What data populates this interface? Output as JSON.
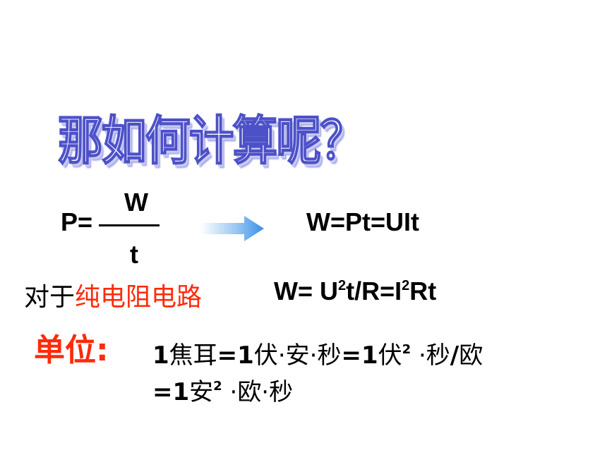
{
  "slide": {
    "title": "那如何计算呢？",
    "fraction": {
      "lhs": "P=",
      "numerator": "W",
      "denominator": "t"
    },
    "arrow_icon": "right-arrow-icon",
    "formula_w": "W=Pt=UIt",
    "pure_resistance": {
      "prefix": "对于",
      "highlight": "纯电阻电路",
      "formula": {
        "a": "W= U",
        "exp1": "2",
        "b": "t/R=I",
        "exp2": "2",
        "c": "Rt"
      }
    },
    "units": {
      "label": "单位:",
      "line1": {
        "a": "1",
        "b": "焦耳",
        "c": "=1",
        "d": "伏·安·秒",
        "e": "=1",
        "f": "伏",
        "g": "2",
        "h": " ·",
        "i": "秒",
        "j": "/",
        "k": "欧"
      },
      "line2": {
        "a": "=1",
        "b": "安",
        "c": "2",
        "d": " ·",
        "e": "欧·秒"
      }
    },
    "colors": {
      "accent_red": "#ff2a0a",
      "title_outline": "#4d51c8",
      "arrow_blue": "#3a8fe8"
    }
  }
}
